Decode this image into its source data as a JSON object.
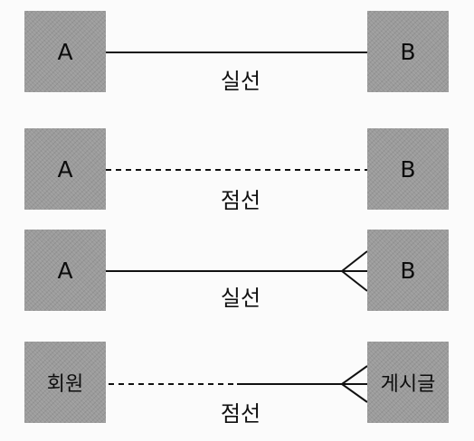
{
  "diagrams": [
    {
      "left_label": "A",
      "right_label": "B",
      "caption": "실선",
      "line": "solid",
      "end": "none"
    },
    {
      "left_label": "A",
      "right_label": "B",
      "caption": "점선",
      "line": "dashed",
      "end": "none"
    },
    {
      "left_label": "A",
      "right_label": "B",
      "caption": "실선",
      "line": "solid",
      "end": "crows-foot"
    },
    {
      "left_label": "회원",
      "right_label": "게시글",
      "caption": "점선",
      "line": "dashed-to-solid",
      "end": "crows-foot"
    }
  ],
  "colors": {
    "box_fill": "#9b9b9b",
    "line": "#111111",
    "background": "#fbfbfb"
  }
}
